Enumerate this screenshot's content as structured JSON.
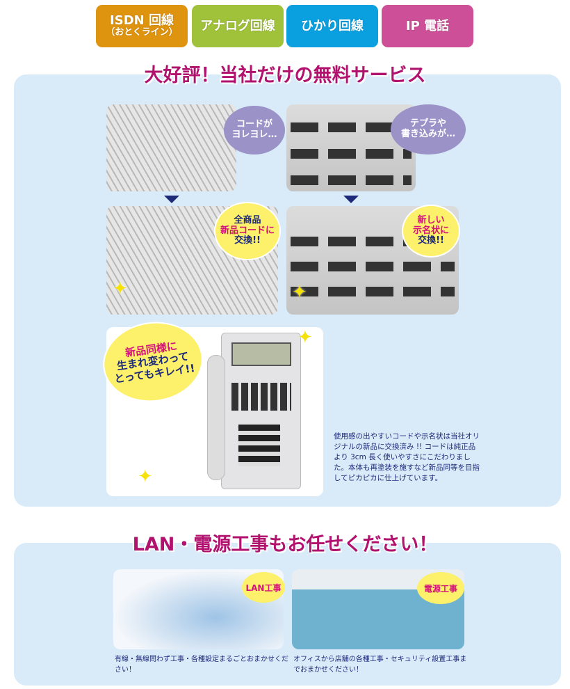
{
  "tabs": [
    {
      "label": "ISDN 回線",
      "sub": "（おとくライン）",
      "color": "#df9410"
    },
    {
      "label": "アナログ回線",
      "color": "#a0c23a"
    },
    {
      "label": "ひかり回線",
      "color": "#0aa0e0"
    },
    {
      "label": "IP 電話",
      "color": "#cc4f97"
    }
  ],
  "service": {
    "title": "大好評！当社だけの無料サービス",
    "bubbles": {
      "cord_before": "コードが\nヨレヨレ…",
      "label_before": "テプラや\n書き込みが…",
      "cord_after_1": "全商品",
      "cord_after_2": "新品コードに",
      "cord_after_3": "交換!!",
      "label_after_1": "新しい",
      "label_after_2": "示名状に",
      "label_after_3": "交換!!",
      "phone_1": "新品同様に",
      "phone_2": "生まれ変わって",
      "phone_3": "とってもキレイ!!"
    },
    "description": "使用感の出やすいコードや示名状は当社オリジナルの新品に交換済み !! コードは純正品より 3cm 長く使いやすさにこだわりました。本体も再塗装を施すなど新品同等を目指してピカピカに仕上げています。"
  },
  "construction": {
    "title": "LAN・電源工事もお任せください！",
    "items": [
      {
        "tag": "LAN工事",
        "caption": "有線・無線問わず工事・各種設定まるごとおまかせください！"
      },
      {
        "tag": "電源工事",
        "caption": "オフィスから店舗の各種工事・セキュリティ設置工事までおまかせください！"
      }
    ]
  },
  "colors": {
    "accent": "#b0126e",
    "panel": "#d9ebf8",
    "text": "#1d2a7a"
  }
}
